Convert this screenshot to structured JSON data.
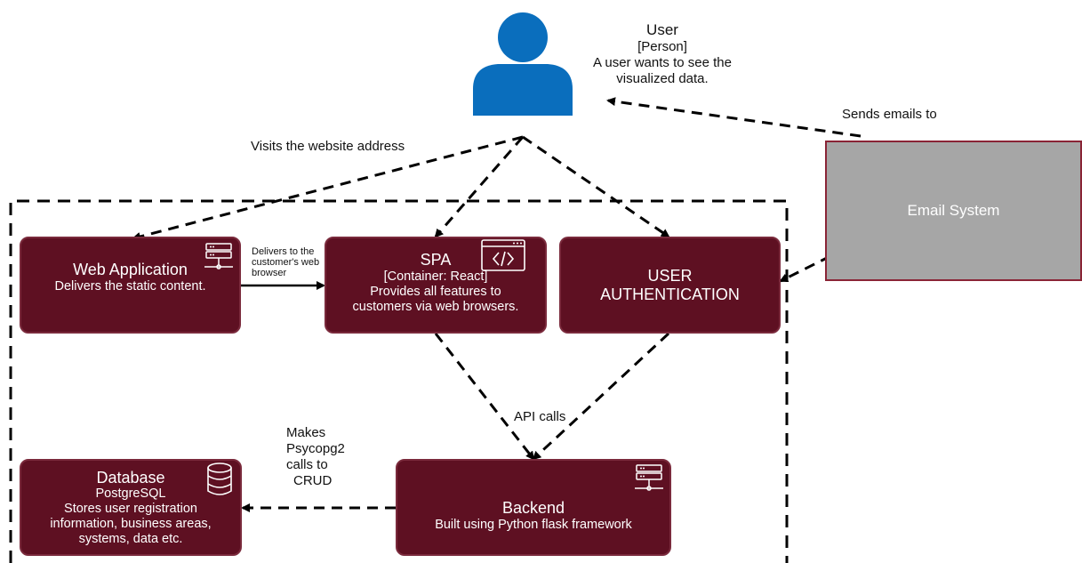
{
  "user": {
    "title": "User",
    "type": "[Person]",
    "desc_line1": "A user wants to see the",
    "desc_line2": "visualized data."
  },
  "labels": {
    "sends_emails": "Sends emails to",
    "visits": "Visits the website address",
    "delivers_l1": "Delivers to the",
    "delivers_l2": "customer's web",
    "delivers_l3": "browser",
    "api_calls": "API calls",
    "makes_l1": "Makes",
    "makes_l2": "Psycopg2",
    "makes_l3": "calls to",
    "makes_l4": "CRUD"
  },
  "containers": {
    "web_app": {
      "title": "Web Application",
      "desc": "Delivers the static content."
    },
    "spa": {
      "title": "SPA",
      "type": "[Container: React]",
      "desc_line1": "Provides all features to",
      "desc_line2": "customers via web browsers."
    },
    "auth": {
      "line1": "USER",
      "line2": "AUTHENTICATION"
    },
    "database": {
      "title": "Database",
      "type": "PostgreSQL",
      "desc_line1": "Stores user registration",
      "desc_line2": "information, business areas,",
      "desc_line3": "systems, data etc."
    },
    "backend": {
      "title": "Backend",
      "desc": "Built using Python flask framework"
    }
  },
  "external": {
    "email": "Email System"
  },
  "colors": {
    "container_fill": "#5e1022",
    "container_border": "#7a2a3c",
    "person": "#0a6ebd",
    "external_fill": "#a6a6a6",
    "external_border": "#8a2436"
  },
  "icons": [
    "person-icon",
    "server-icon",
    "code-window-icon",
    "database-icon"
  ]
}
